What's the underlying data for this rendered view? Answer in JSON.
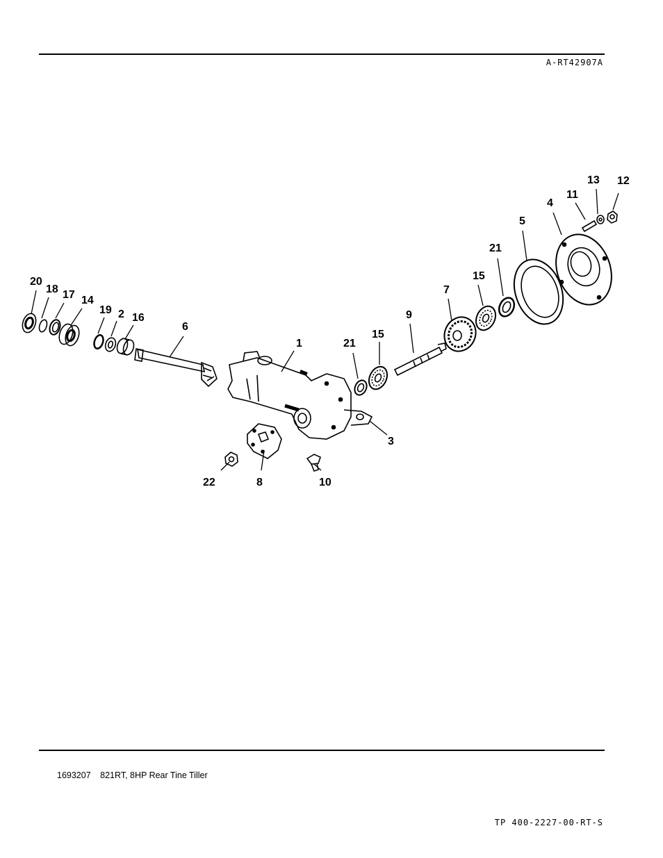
{
  "header": {
    "drawing_id": "A-RT42907A"
  },
  "diagram": {
    "callouts": {
      "c1": "1",
      "c2": "2",
      "c3": "3",
      "c4": "4",
      "c5": "5",
      "c6": "6",
      "c7": "7",
      "c8": "8",
      "c9": "9",
      "c10": "10",
      "c11": "11",
      "c12": "12",
      "c13": "13",
      "c14": "14",
      "c15a": "15",
      "c15b": "15",
      "c16": "16",
      "c17": "17",
      "c18": "18",
      "c19": "19",
      "c20": "20",
      "c21a": "21",
      "c21b": "21",
      "c22": "22"
    }
  },
  "footer": {
    "part_number": "1693207",
    "model": "821RT, 8HP Rear Tine Tiller",
    "tp_number": "TP 400-2227-00-RT-S"
  }
}
